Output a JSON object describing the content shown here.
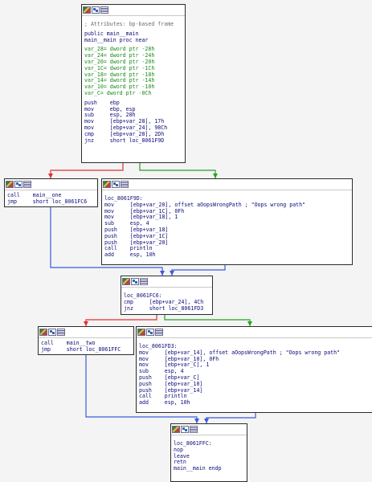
{
  "colors": {
    "edge_true": "#23a423",
    "edge_false": "#e03030",
    "edge_uncond": "#3b5bd9",
    "comment": "#6b6b6b",
    "code": "#0a0a7a",
    "var": "#198a19"
  },
  "blocks": [
    {
      "id": "main-entry",
      "lines": [
        {
          "t": "",
          "k": "blank"
        },
        {
          "t": "; Attributes: bp-based frame",
          "k": "cmt"
        },
        {
          "t": "",
          "k": "blank"
        },
        {
          "t": "public main__main",
          "k": "lbl"
        },
        {
          "t": "main__main proc near",
          "k": "lbl"
        },
        {
          "t": "",
          "k": "blank"
        },
        {
          "t": "var_28= dword ptr -28h",
          "k": "var"
        },
        {
          "t": "var_24= dword ptr -24h",
          "k": "var"
        },
        {
          "t": "var_20= dword ptr -20h",
          "k": "var"
        },
        {
          "t": "var_1C= dword ptr -1Ch",
          "k": "var"
        },
        {
          "t": "var_18= dword ptr -18h",
          "k": "var"
        },
        {
          "t": "var_14= dword ptr -14h",
          "k": "var"
        },
        {
          "t": "var_10= dword ptr -10h",
          "k": "var"
        },
        {
          "t": "var_C= dword ptr -0Ch",
          "k": "var"
        },
        {
          "t": "",
          "k": "blank"
        },
        {
          "t": "push    ebp",
          "k": "code"
        },
        {
          "t": "mov     ebp, esp",
          "k": "code"
        },
        {
          "t": "sub     esp, 28h",
          "k": "code"
        },
        {
          "t": "mov     [ebp+var_28], 17h",
          "k": "code"
        },
        {
          "t": "mov     [ebp+var_24], 98Ch",
          "k": "code"
        },
        {
          "t": "cmp     [ebp+var_28], 2Dh",
          "k": "code"
        },
        {
          "t": "jnz     short loc_8061F9D",
          "k": "code"
        }
      ]
    },
    {
      "id": "call-one",
      "lines": [
        {
          "t": "call    main__one",
          "k": "code"
        },
        {
          "t": "jmp     short loc_8061FC6",
          "k": "code"
        }
      ]
    },
    {
      "id": "loc-8061f9d",
      "lines": [
        {
          "t": "",
          "k": "blank"
        },
        {
          "t": "loc_8061F9D:",
          "k": "lbl"
        },
        {
          "t": "mov     [ebp+var_20], offset aOopsWrongPath ; \"Oops wrong path\"",
          "k": "code"
        },
        {
          "t": "mov     [ebp+var_1C], 0Fh",
          "k": "code"
        },
        {
          "t": "mov     [ebp+var_18], 1",
          "k": "code"
        },
        {
          "t": "sub     esp, 4",
          "k": "code"
        },
        {
          "t": "push    [ebp+var_18]",
          "k": "code"
        },
        {
          "t": "push    [ebp+var_1C]",
          "k": "code"
        },
        {
          "t": "push    [ebp+var_20]",
          "k": "code"
        },
        {
          "t": "call    println",
          "k": "code"
        },
        {
          "t": "add     esp, 10h",
          "k": "code"
        }
      ]
    },
    {
      "id": "loc-8061fc6",
      "lines": [
        {
          "t": "",
          "k": "blank"
        },
        {
          "t": "loc_8061FC6:",
          "k": "lbl"
        },
        {
          "t": "cmp     [ebp+var_24], 4Ch",
          "k": "code"
        },
        {
          "t": "jnz     short loc_8061FD3",
          "k": "code"
        }
      ]
    },
    {
      "id": "call-two",
      "lines": [
        {
          "t": "call    main__two",
          "k": "code"
        },
        {
          "t": "jmp     short loc_8061FFC",
          "k": "code"
        }
      ]
    },
    {
      "id": "loc-8061fd3",
      "lines": [
        {
          "t": "",
          "k": "blank"
        },
        {
          "t": "loc_8061FD3:",
          "k": "lbl"
        },
        {
          "t": "mov     [ebp+var_14], offset aOopsWrongPath ; \"Oops wrong path\"",
          "k": "code"
        },
        {
          "t": "mov     [ebp+var_10], 0Fh",
          "k": "code"
        },
        {
          "t": "mov     [ebp+var_C], 1",
          "k": "code"
        },
        {
          "t": "sub     esp, 4",
          "k": "code"
        },
        {
          "t": "push    [ebp+var_C]",
          "k": "code"
        },
        {
          "t": "push    [ebp+var_10]",
          "k": "code"
        },
        {
          "t": "push    [ebp+var_14]",
          "k": "code"
        },
        {
          "t": "call    println",
          "k": "code"
        },
        {
          "t": "add     esp, 10h",
          "k": "code"
        }
      ]
    },
    {
      "id": "loc-8061ffc",
      "lines": [
        {
          "t": "",
          "k": "blank"
        },
        {
          "t": "loc_8061FFC:",
          "k": "lbl"
        },
        {
          "t": "nop",
          "k": "code"
        },
        {
          "t": "leave",
          "k": "code"
        },
        {
          "t": "retn",
          "k": "code"
        },
        {
          "t": "main__main endp",
          "k": "lbl"
        }
      ]
    }
  ],
  "edges": [
    {
      "from": "main-entry",
      "to": "call-one",
      "type": "false"
    },
    {
      "from": "main-entry",
      "to": "loc-8061f9d",
      "type": "true"
    },
    {
      "from": "call-one",
      "to": "loc-8061fc6",
      "type": "uncond"
    },
    {
      "from": "loc-8061f9d",
      "to": "loc-8061fc6",
      "type": "uncond"
    },
    {
      "from": "loc-8061fc6",
      "to": "call-two",
      "type": "false"
    },
    {
      "from": "loc-8061fc6",
      "to": "loc-8061fd3",
      "type": "true"
    },
    {
      "from": "call-two",
      "to": "loc-8061ffc",
      "type": "uncond"
    },
    {
      "from": "loc-8061fd3",
      "to": "loc-8061ffc",
      "type": "uncond"
    }
  ]
}
